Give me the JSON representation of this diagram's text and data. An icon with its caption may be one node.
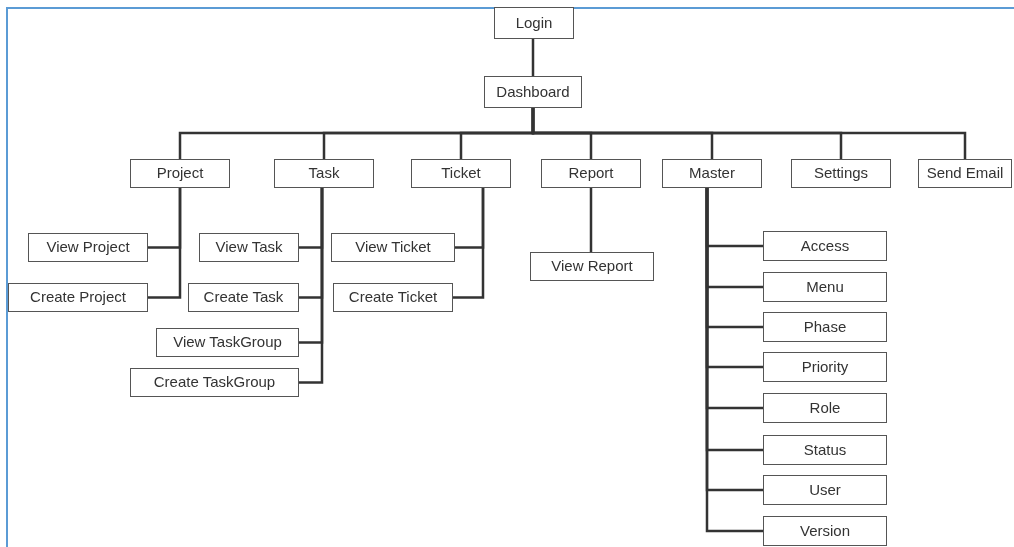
{
  "diagram": {
    "nodes": [
      {
        "text": [
          "Login"
        ]
      },
      {
        "text": [
          "Dashboard"
        ]
      },
      {
        "text": [
          "Project"
        ]
      },
      {
        "text": [
          "Task"
        ]
      },
      {
        "text": [
          "Ticket"
        ]
      },
      {
        "text": [
          "Report"
        ]
      },
      {
        "text": [
          "Master"
        ]
      },
      {
        "text": [
          "Settings"
        ]
      },
      {
        "text": [
          "Send Email"
        ]
      },
      {
        "text": [
          "View Project"
        ]
      },
      {
        "text": [
          "Create Project"
        ]
      },
      {
        "text": [
          "View Task"
        ]
      },
      {
        "text": [
          "Create Task"
        ]
      },
      {
        "text": [
          "View TaskGroup"
        ]
      },
      {
        "text": [
          "Create TaskGroup"
        ]
      },
      {
        "text": [
          "View Ticket"
        ]
      },
      {
        "text": [
          "Create Ticket"
        ]
      },
      {
        "text": [
          "View Report"
        ]
      },
      {
        "text": [
          "Access"
        ]
      },
      {
        "text": [
          "Menu"
        ]
      },
      {
        "text": [
          "Phase"
        ]
      },
      {
        "text": [
          "Priority"
        ]
      },
      {
        "text": [
          "Role"
        ]
      },
      {
        "text": [
          "Status"
        ]
      },
      {
        "text": [
          "User"
        ]
      },
      {
        "text": [
          "Version"
        ]
      }
    ],
    "edges": [
      {
        "from": 0,
        "to": 1,
        "arrow": "none"
      },
      {
        "from": 1,
        "to": 2,
        "arrow": "none"
      },
      {
        "from": 1,
        "to": 3,
        "arrow": "none"
      },
      {
        "from": 1,
        "to": 4,
        "arrow": "none"
      },
      {
        "from": 1,
        "to": 5,
        "arrow": "none"
      },
      {
        "from": 1,
        "to": 6,
        "arrow": "none"
      },
      {
        "from": 1,
        "to": 7,
        "arrow": "none"
      },
      {
        "from": 1,
        "to": 8,
        "arrow": "none"
      },
      {
        "from": 2,
        "to": 9,
        "arrow": "none"
      },
      {
        "from": 2,
        "to": 10,
        "arrow": "none"
      },
      {
        "from": 3,
        "to": 11,
        "arrow": "none"
      },
      {
        "from": 3,
        "to": 12,
        "arrow": "none"
      },
      {
        "from": 3,
        "to": 13,
        "arrow": "none"
      },
      {
        "from": 3,
        "to": 14,
        "arrow": "none"
      },
      {
        "from": 4,
        "to": 15,
        "arrow": "none"
      },
      {
        "from": 4,
        "to": 16,
        "arrow": "none"
      },
      {
        "from": 5,
        "to": 17,
        "arrow": "none"
      },
      {
        "from": 6,
        "to": 18,
        "arrow": "none"
      },
      {
        "from": 6,
        "to": 19,
        "arrow": "none"
      },
      {
        "from": 6,
        "to": 20,
        "arrow": "none"
      },
      {
        "from": 6,
        "to": 21,
        "arrow": "none"
      },
      {
        "from": 6,
        "to": 22,
        "arrow": "none"
      },
      {
        "from": 6,
        "to": 23,
        "arrow": "none"
      },
      {
        "from": 6,
        "to": 24,
        "arrow": "none"
      },
      {
        "from": 6,
        "to": 25,
        "arrow": "none"
      }
    ]
  }
}
